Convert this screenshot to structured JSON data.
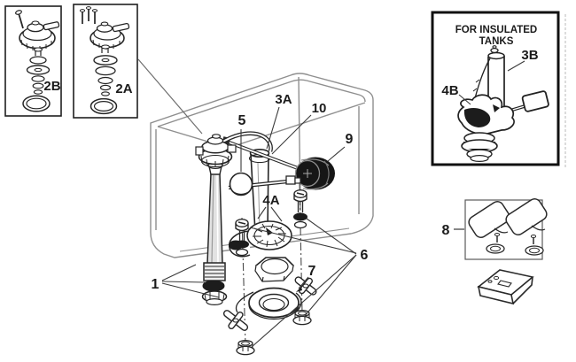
{
  "diagram": {
    "callouts": {
      "p1": "1",
      "p2a": "2A",
      "p2b": "2B",
      "p3a": "3A",
      "p3b": "3B",
      "p4a": "4A",
      "p4b": "4B",
      "p5": "5",
      "p6": "6",
      "p7": "7",
      "p8": "8",
      "p9": "9",
      "p10": "10"
    },
    "insulated_box": {
      "title_line1": "FOR INSULATED",
      "title_line2": "TANKS"
    }
  },
  "colors": {
    "ink": "#1f1f1f",
    "tank_line": "#8f8f8f",
    "dark_fill": "#1c1c1c",
    "paper": "#ffffff"
  }
}
